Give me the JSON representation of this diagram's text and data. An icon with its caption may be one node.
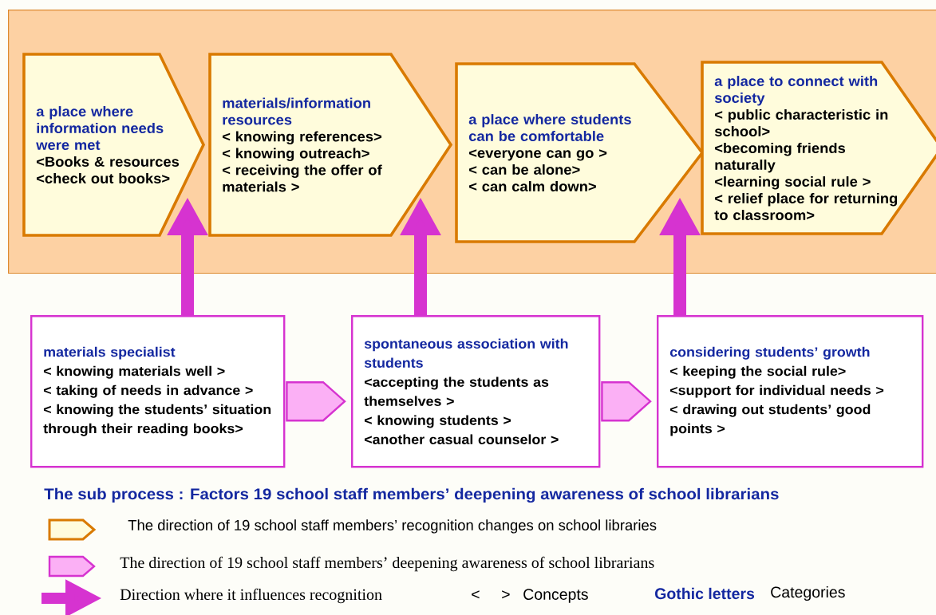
{
  "diagram": {
    "title": "The sub process : Factors 19 school staff members’ deepening awareness of school librarians",
    "nodes": [
      {
        "text": [],
        "shape": "box"
      },
      {
        "text": [
          "a place where information needs were met",
          "<Books & resources",
          "<check out books>"
        ],
        "in": 0
      },
      {
        "text": [
          "materials/information resources",
          "< knowing references>",
          "< knowing outreach>",
          "< receiving the offer of materials >"
        ],
        "in": 0
      },
      {
        "text": [
          "a place where students can be comfortable",
          "<everyone can go >",
          "< can be alone>",
          "< can calm down>"
        ],
        "in": 0
      },
      {
        "text": [
          "a place to connect with society",
          "< public characteristic in school>",
          "<becoming friends naturally",
          "<learning social rule >",
          "< relief place for returning to classroom>"
        ],
        "in": 0
      },
      {
        "text": [
          "materials specialist",
          "< knowing materials well >",
          "< taking of needs in advance >",
          "< knowing the students’ situation through their reading books>"
        ]
      },
      {
        "text": [
          "spontaneous association with students",
          "<accepting the students as themselves >",
          "< knowing students >",
          "<another casual counselor >"
        ]
      },
      {
        "text": [
          "considering students’ growth",
          "< keeping the social rule>",
          "<support for individual needs >",
          "< drawing out students’ good points >"
        ]
      }
    ],
    "edges": [
      {
        "from": 5,
        "to": 1,
        "arrow": "to"
      },
      {
        "from": 5,
        "to": 6,
        "arrow": "to"
      },
      {
        "from": 6,
        "to": 2,
        "arrow": "to"
      },
      {
        "from": 6,
        "to": 7,
        "arrow": "to"
      },
      {
        "from": 7,
        "to": 3,
        "arrow": "to"
      }
    ],
    "labels": [
      "<",
      ">",
      "Concepts",
      "Gothic letters",
      "Categories"
    ],
    "legend": [
      {
        "text": "The direction of 19 school staff members’ recognition changes on school libraries"
      },
      {
        "text": "The direction of 19 school staff members’ deepening awareness of school librarians"
      },
      {
        "text": "Direction where it influences recognition"
      }
    ]
  }
}
